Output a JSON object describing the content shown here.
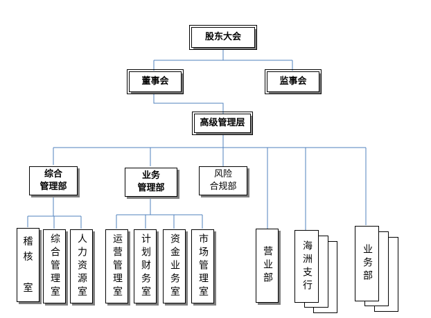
{
  "org": {
    "shareholders": "股东大会",
    "board": "董事会",
    "supervisors": "监事会",
    "management": "高级管理层",
    "general_dept": "综合\n管理部",
    "business_dept": "业务\n管理部",
    "risk_dept": "风险\n合规部",
    "audit_room": "稽\n核\n\n室",
    "general_room": "综合管理室",
    "hr_room": "人力资源室",
    "ops_room": "运营管理室",
    "finance_room": "计划财务室",
    "fund_room": "资金业务室",
    "market_room": "市场管理室",
    "sales_dept": "营业部",
    "branch": "海洲支行",
    "business_unit": "业务部"
  },
  "colors": {
    "line": "#4f81bd",
    "shadow": "#7f7f7f",
    "border": "#000000"
  }
}
